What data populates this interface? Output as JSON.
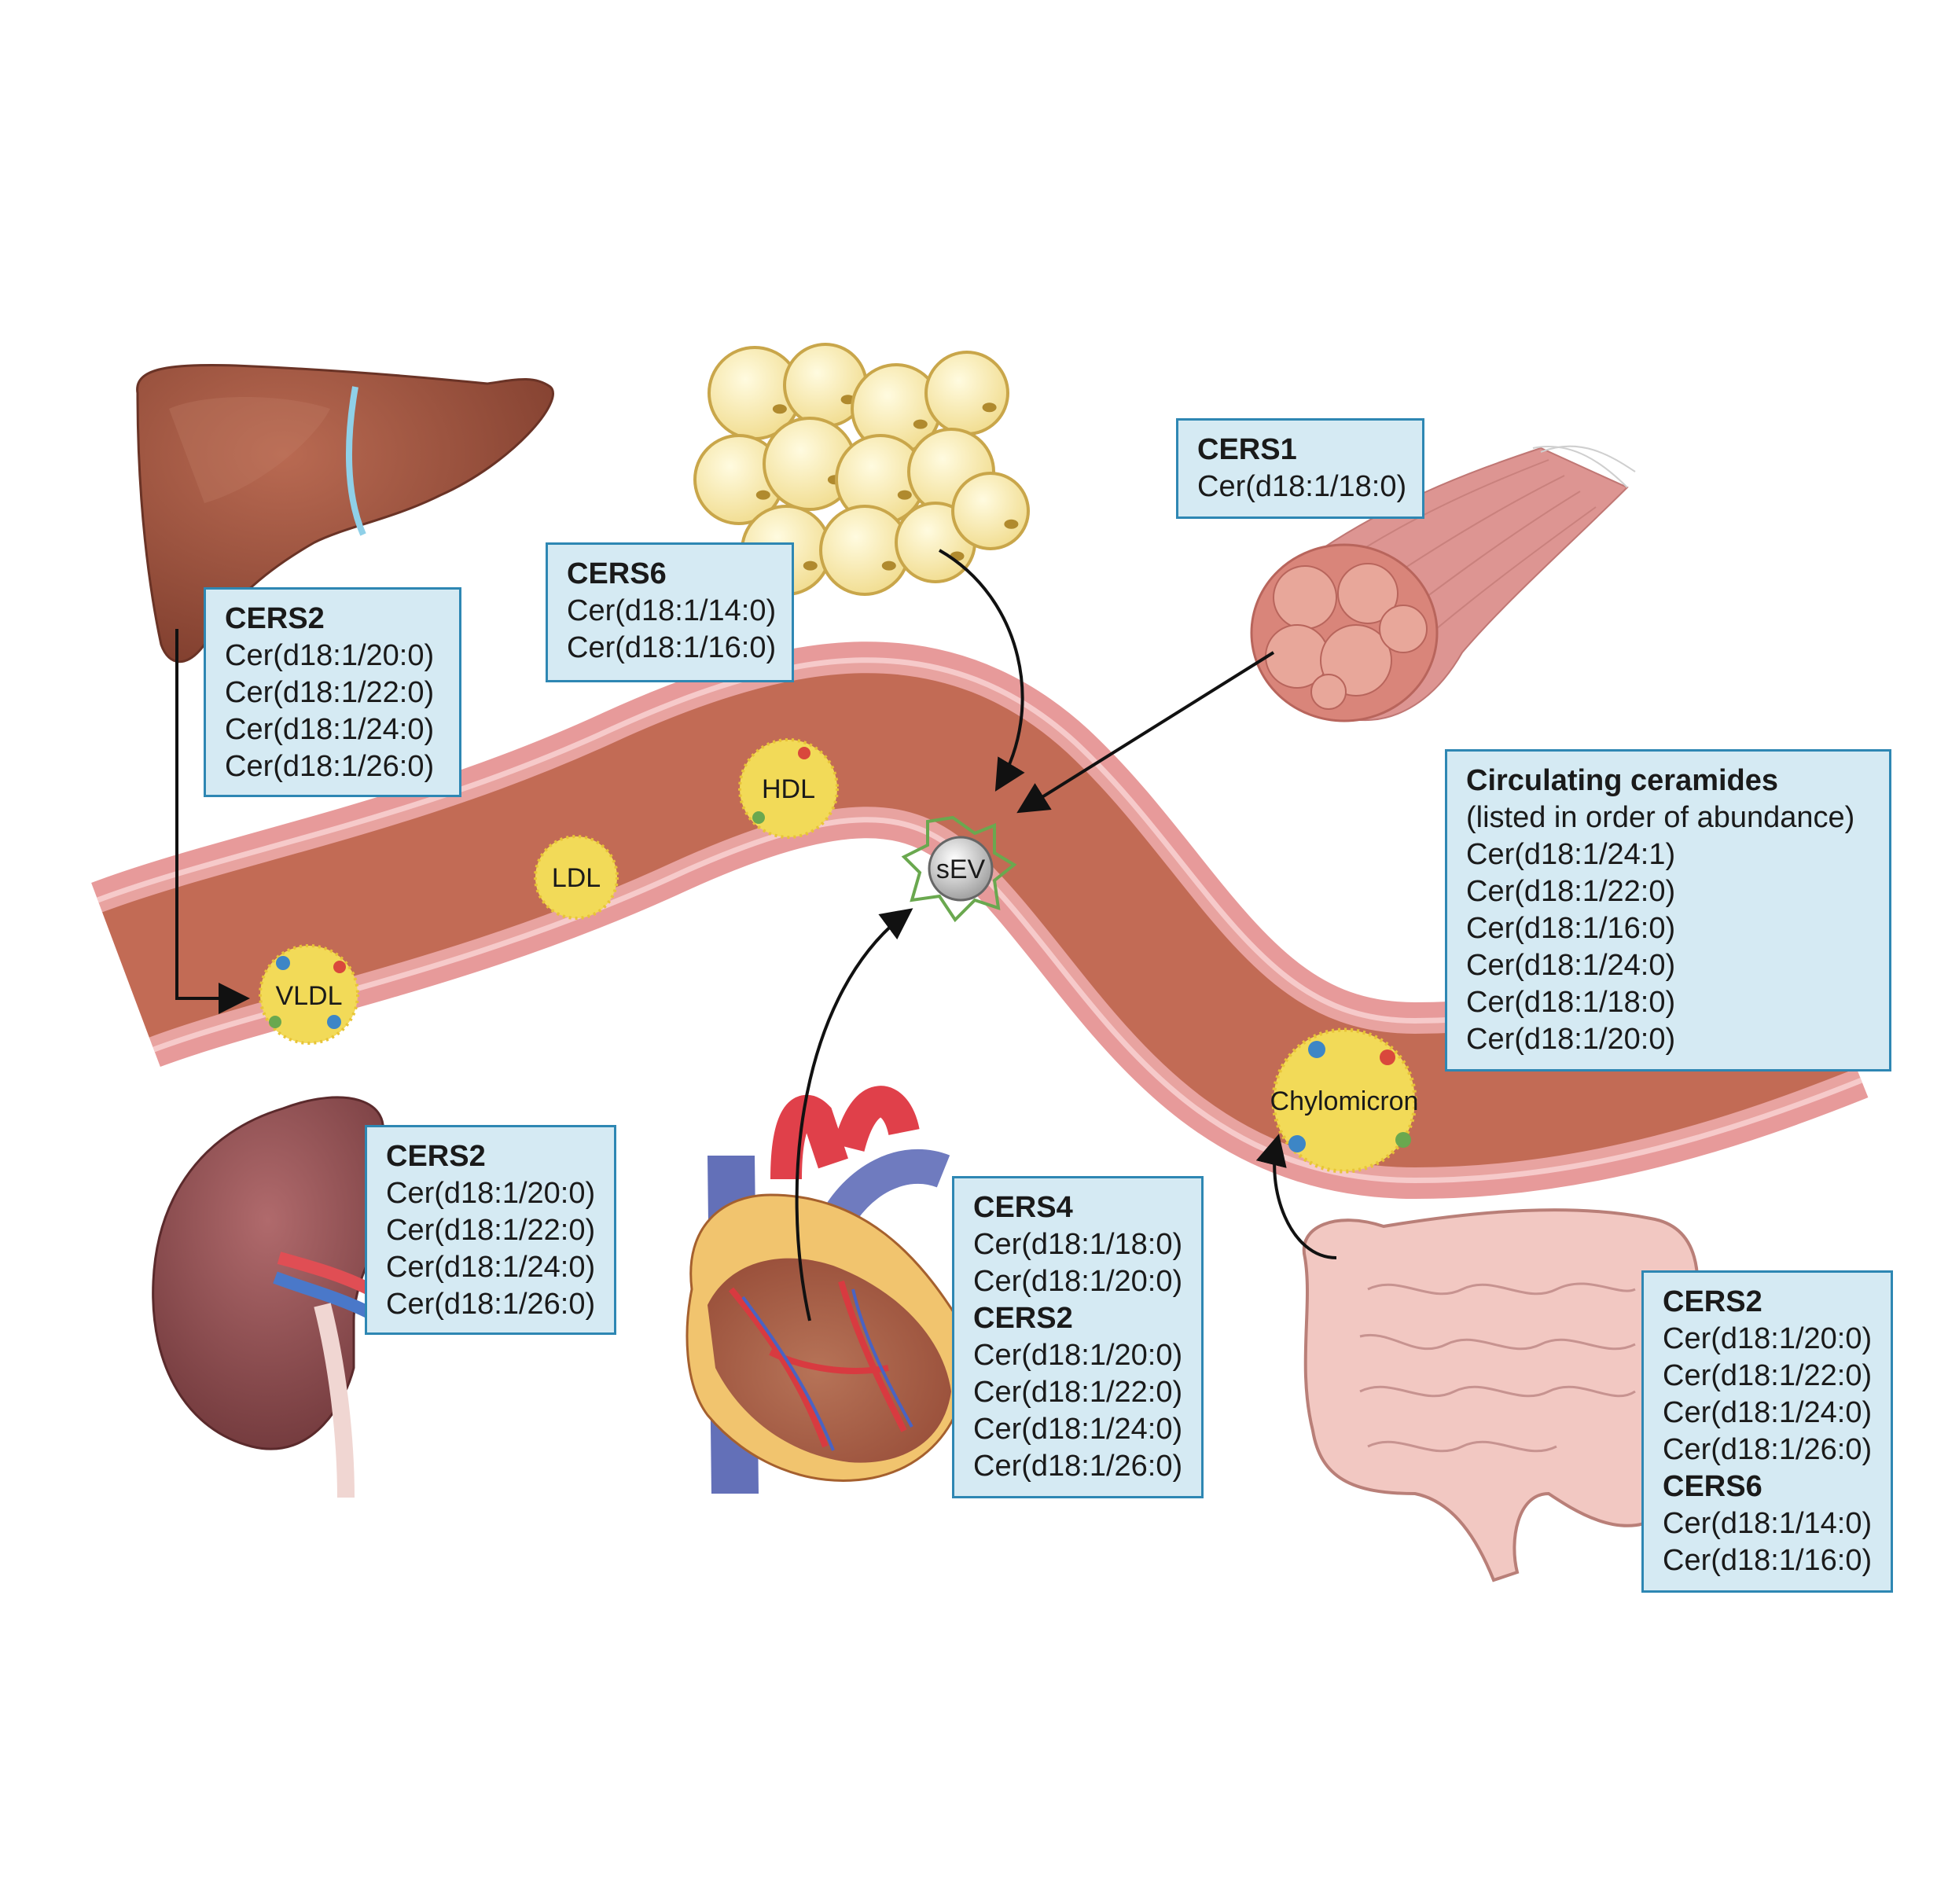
{
  "particles": {
    "vldl": "VLDL",
    "ldl": "LDL",
    "hdl": "HDL",
    "sev": "sEV",
    "chylomicron": "Chylomicron"
  },
  "liver_box": {
    "h1": "CERS2",
    "items": [
      "Cer(d18:1/20:0)",
      "Cer(d18:1/22:0)",
      "Cer(d18:1/24:0)",
      "Cer(d18:1/26:0)"
    ]
  },
  "adipose_box": {
    "h1": "CERS6",
    "items": [
      "Cer(d18:1/14:0)",
      "Cer(d18:1/16:0)"
    ]
  },
  "muscle_box": {
    "h1": "CERS1",
    "items": [
      "Cer(d18:1/18:0)"
    ]
  },
  "circulating_box": {
    "title": "Circulating ceramides",
    "subtitle": "(listed in order of abundance)",
    "items": [
      "Cer(d18:1/24:1)",
      "Cer(d18:1/22:0)",
      "Cer(d18:1/16:0)",
      "Cer(d18:1/24:0)",
      "Cer(d18:1/18:0)",
      "Cer(d18:1/20:0)"
    ]
  },
  "kidney_box": {
    "h1": "CERS2",
    "items": [
      "Cer(d18:1/20:0)",
      "Cer(d18:1/22:0)",
      "Cer(d18:1/24:0)",
      "Cer(d18:1/26:0)"
    ]
  },
  "heart_box": {
    "h1": "CERS4",
    "items1": [
      "Cer(d18:1/18:0)",
      "Cer(d18:1/20:0)"
    ],
    "h2": "CERS2",
    "items2": [
      "Cer(d18:1/20:0)",
      "Cer(d18:1/22:0)",
      "Cer(d18:1/24:0)",
      "Cer(d18:1/26:0)"
    ]
  },
  "intestine_box": {
    "h1": "CERS2",
    "items1": [
      "Cer(d18:1/20:0)",
      "Cer(d18:1/22:0)",
      "Cer(d18:1/24:0)",
      "Cer(d18:1/26:0)"
    ],
    "h2": "CERS6",
    "items2": [
      "Cer(d18:1/14:0)",
      "Cer(d18:1/16:0)"
    ]
  },
  "colors": {
    "vessel_outer": "#e79a9a",
    "vessel_inner_line": "#f6caca",
    "vessel_lumen": "#c26b55",
    "box_fill": "#d5eaf3",
    "box_border": "#2e87b3",
    "particle_fill": "#f2da58"
  }
}
